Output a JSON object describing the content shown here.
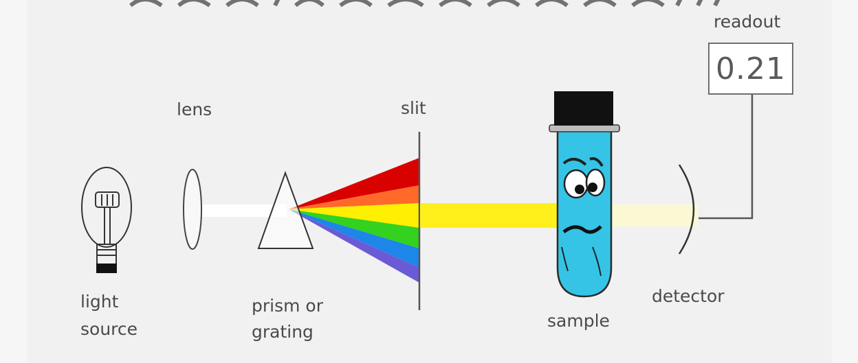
{
  "labels": {
    "readout": "readout",
    "lens": "lens",
    "slit": "slit",
    "light_source_line1": "light",
    "light_source_line2": "source",
    "prism_line1": "prism or",
    "prism_line2": "grating",
    "sample": "sample",
    "detector": "detector"
  },
  "readout_value": "0.21",
  "icons": [
    "light-bulb-icon",
    "lens-icon",
    "prism-icon",
    "slit-icon",
    "sample-tube-icon",
    "detector-icon"
  ],
  "colors": {
    "background": "#f1f1f1",
    "tube": "#36c4e6",
    "cap": "#111111",
    "spectrum": [
      "#d90000",
      "#ff6a2a",
      "#ffef00",
      "#32d21e",
      "#1e86e8",
      "#6a5ad6"
    ]
  }
}
